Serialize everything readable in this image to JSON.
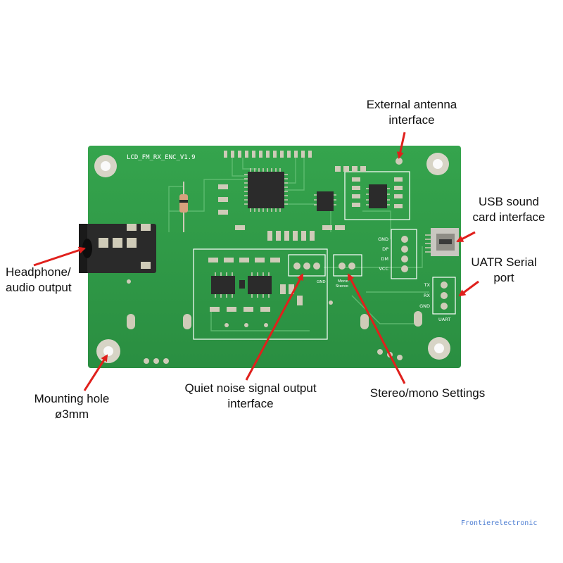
{
  "board": {
    "silkscreen_title": "LCD_FM_RX_ENC_V1.9",
    "usb_pins": [
      "GND",
      "DP",
      "DM",
      "VCC"
    ],
    "uart_pins": [
      "TX",
      "RX",
      "GND"
    ],
    "uart_label": "UART",
    "mode_label_1": "Mono",
    "mode_label_2": "Stereo",
    "mute_label": "GND"
  },
  "labels": {
    "antenna": [
      "External antenna",
      "interface"
    ],
    "usb": [
      "USB sound",
      "card interface"
    ],
    "uart": [
      "UATR Serial",
      "port"
    ],
    "headphone": [
      "Headphone/",
      "audio output"
    ],
    "mounting": [
      "Mounting hole",
      "ø3mm"
    ],
    "quiet_noise": [
      "Quiet noise signal output",
      "interface"
    ],
    "stereo": [
      "Stereo/mono Settings"
    ]
  },
  "watermark": "Frontierelectronic",
  "colors": {
    "pcb": "#2f9a46",
    "pcb_dark": "#1f7d36",
    "silk": "#ffffff",
    "pad": "#c9c7b8",
    "arrow": "#e0201c"
  }
}
